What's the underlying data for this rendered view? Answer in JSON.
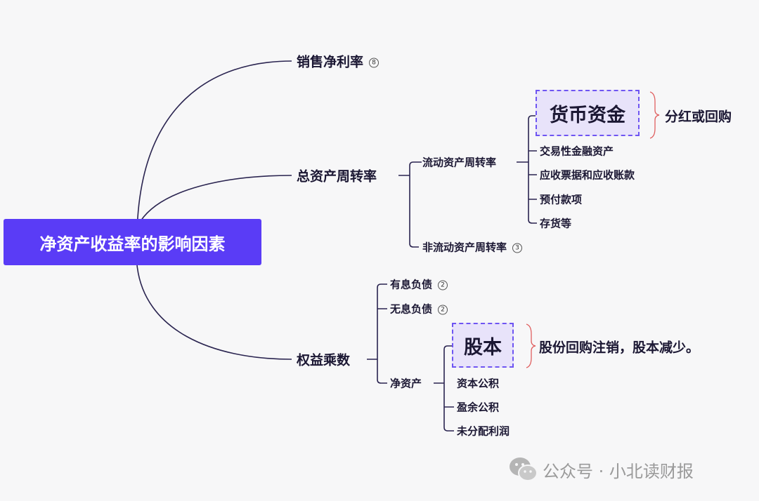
{
  "root": {
    "label": "净资产收益率的影响因素"
  },
  "branches": {
    "net_margin": {
      "label": "销售净利率",
      "badge": "8"
    },
    "asset_turnover": {
      "label": "总资产周转率",
      "current": {
        "label": "流动资产周转率",
        "items": [
          "货币资金",
          "交易性金融资产",
          "应收票据和应收账款",
          "预付款项",
          "存货等"
        ],
        "note": "分红或回购"
      },
      "noncurrent": {
        "label": "非流动资产周转率",
        "badge": "3"
      }
    },
    "equity_multiplier": {
      "label": "权益乘数",
      "interest_debt": {
        "label": "有息负债",
        "badge": "2"
      },
      "noninterest_debt": {
        "label": "无息负债",
        "badge": "2"
      },
      "net_assets": {
        "label": "净资产",
        "items": [
          "股本",
          "资本公积",
          "盈余公积",
          "未分配利润"
        ],
        "note": "股份回购注销，股本减少。"
      }
    }
  },
  "watermark": {
    "text": "公众号 · 小北读财报"
  },
  "colors": {
    "root": "#5a3cf6",
    "line": "#2a2450",
    "highlight": "#e8e3fa",
    "brace": "#e06060"
  }
}
